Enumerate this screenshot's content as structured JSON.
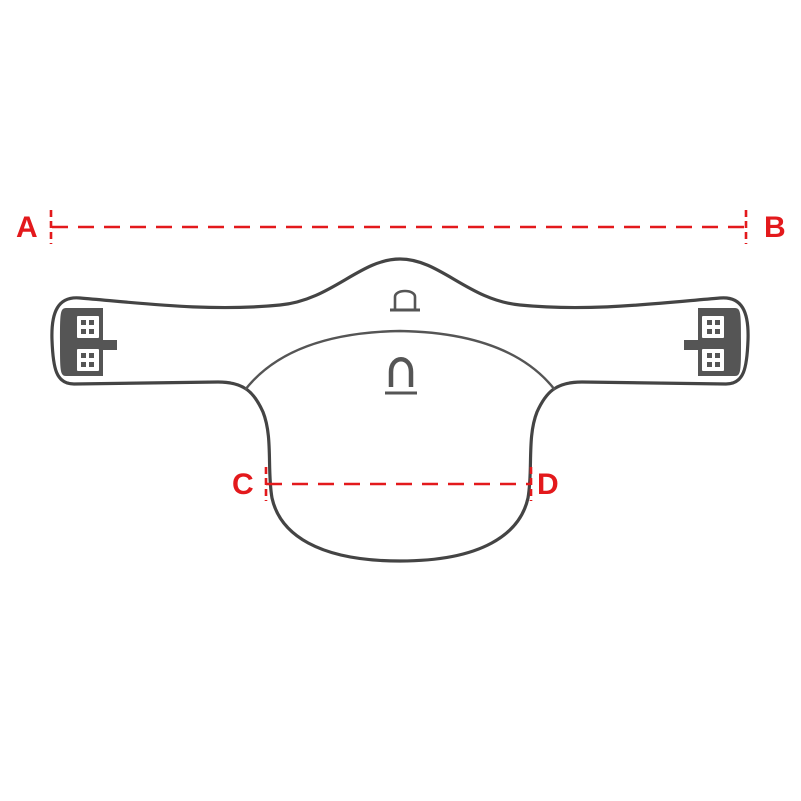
{
  "diagram": {
    "markers": {
      "a": "A",
      "b": "B",
      "c": "C",
      "d": "D"
    },
    "colors": {
      "measure_line": "#e3191c",
      "outline": "#444444",
      "buckle": "#555555",
      "background": "#ffffff"
    },
    "icons": [
      "girth-outline",
      "buckle-icon",
      "d-ring-icon"
    ]
  }
}
